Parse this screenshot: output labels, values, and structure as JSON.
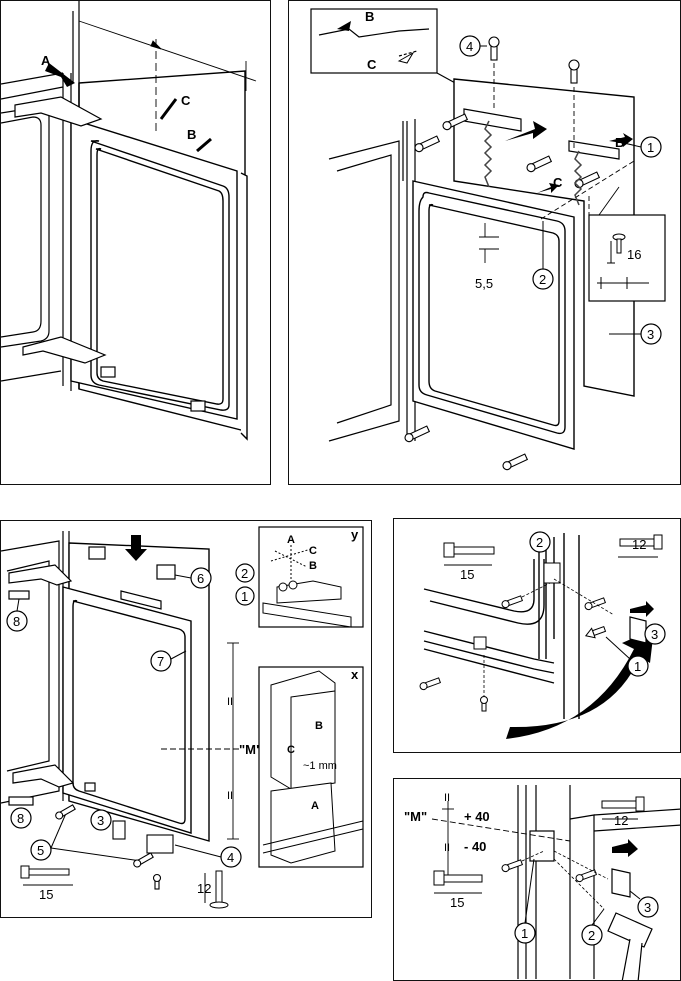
{
  "panel1": {
    "A": "A",
    "B": "B",
    "C": "C"
  },
  "panel2": {
    "B": "B",
    "C": "C",
    "n1": "1",
    "n2": "2",
    "n3": "3",
    "n4": "4",
    "d16": "16",
    "d55": "5,5"
  },
  "panel3": {
    "n1": "1",
    "n2": "2",
    "n3": "3",
    "n4": "4",
    "n5": "5",
    "n6": "6",
    "n7": "7",
    "n8a": "8",
    "n8b": "8",
    "d15": "15",
    "d12": "12",
    "M": "\"M\"",
    "ii1": "II",
    "ii2": "II",
    "inset_y": {
      "tag": "y",
      "A": "A",
      "B": "B",
      "C": "C",
      "n1": "1",
      "n2": "2"
    },
    "inset_x": {
      "tag": "x",
      "A": "A",
      "B": "B",
      "C": "C",
      "gap": "~1 mm"
    }
  },
  "panel4": {
    "n1": "1",
    "n2": "2",
    "n3": "3",
    "d15": "15",
    "d12": "12"
  },
  "panel5": {
    "M": "\"M\"",
    "p40": "+ 40",
    "m40": "- 40",
    "ii1": "II",
    "ii2": "II",
    "n1": "1",
    "n2": "2",
    "n3": "3",
    "d15": "15",
    "d12": "12"
  }
}
